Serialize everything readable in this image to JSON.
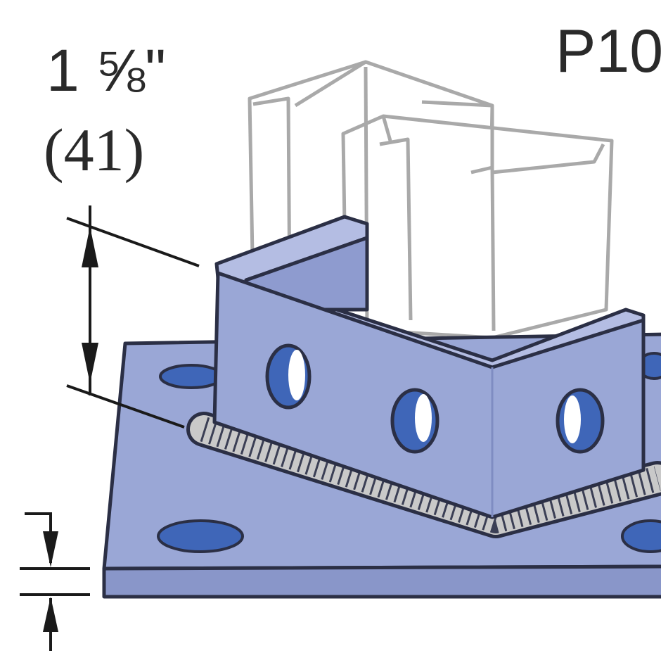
{
  "labels": {
    "part_number": "P10",
    "height_imperial": "1 ⅝\"",
    "height_metric": "(41)"
  },
  "colors": {
    "steel_face": "#9aa7d6",
    "steel_edge": "#2b2f45",
    "hole_fill": "#3f66b8",
    "channel_outline": "#a9a9a9",
    "weld_fill": "#c9c9c9",
    "dimension_line": "#1a1a1a"
  }
}
